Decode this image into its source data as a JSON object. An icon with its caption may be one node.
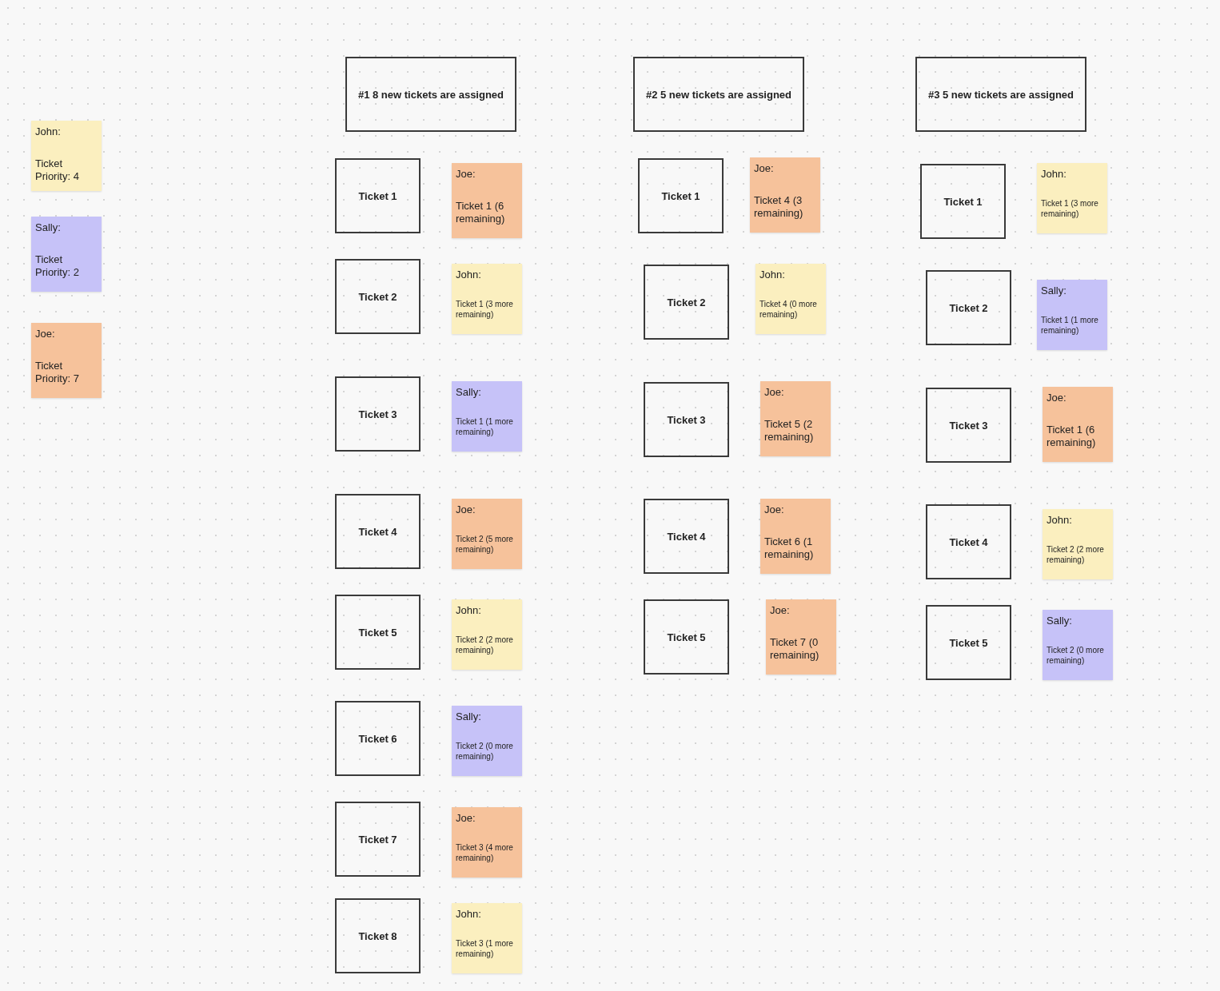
{
  "diagram": {
    "nodes": [
      {
        "text": [
          "#1 8 new tickets are assigned"
        ]
      },
      {
        "text": [
          "#2 5 new tickets are assigned"
        ]
      },
      {
        "text": [
          "#3 5 new tickets are assigned"
        ]
      },
      {
        "text": [
          "John:",
          "Ticket Priority: 4"
        ]
      },
      {
        "text": [
          "Sally:",
          "Ticket Priority: 2"
        ]
      },
      {
        "text": [
          "Joe:",
          "Ticket Priority: 7"
        ]
      },
      {
        "text": [
          "Ticket 1"
        ]
      },
      {
        "text": [
          "Joe:",
          "Ticket 1 (6 remaining)"
        ]
      },
      {
        "text": [
          "Ticket 2"
        ]
      },
      {
        "text": [
          "John:",
          "Ticket 1 (3 more remaining)"
        ]
      },
      {
        "text": [
          "Ticket 3"
        ]
      },
      {
        "text": [
          "Sally:",
          "Ticket 1 (1 more remaining)"
        ]
      },
      {
        "text": [
          "Ticket 4"
        ]
      },
      {
        "text": [
          "Joe:",
          "Ticket 2 (5 more remaining)"
        ]
      },
      {
        "text": [
          "Ticket 5"
        ]
      },
      {
        "text": [
          "John:",
          "Ticket 2 (2 more remaining)"
        ]
      },
      {
        "text": [
          "Ticket 6"
        ]
      },
      {
        "text": [
          "Sally:",
          "Ticket 2 (0 more remaining)"
        ]
      },
      {
        "text": [
          "Ticket 7"
        ]
      },
      {
        "text": [
          "Joe:",
          "Ticket 3 (4 more remaining)"
        ]
      },
      {
        "text": [
          "Ticket 8"
        ]
      },
      {
        "text": [
          "John:",
          "Ticket 3 (1 more remaining)"
        ]
      },
      {
        "text": [
          "Ticket 1"
        ]
      },
      {
        "text": [
          "Joe:",
          "Ticket 4 (3 remaining)"
        ]
      },
      {
        "text": [
          "Ticket 2"
        ]
      },
      {
        "text": [
          "John:",
          "Ticket 4 (0 more remaining)"
        ]
      },
      {
        "text": [
          "Ticket 3"
        ]
      },
      {
        "text": [
          "Joe:",
          "Ticket 5 (2 remaining)"
        ]
      },
      {
        "text": [
          "Ticket 4"
        ]
      },
      {
        "text": [
          "Joe:",
          "Ticket 6 (1 remaining)"
        ]
      },
      {
        "text": [
          "Ticket 5"
        ]
      },
      {
        "text": [
          "Joe:",
          "Ticket 7 (0 remaining)"
        ]
      },
      {
        "text": [
          "Ticket 1"
        ]
      },
      {
        "text": [
          "John:",
          "Ticket 1 (3 more remaining)"
        ]
      },
      {
        "text": [
          "Ticket 2"
        ]
      },
      {
        "text": [
          "Sally:",
          "Ticket 1 (1 more remaining)"
        ]
      },
      {
        "text": [
          "Ticket 3"
        ]
      },
      {
        "text": [
          "Joe:",
          "Ticket 1 (6 remaining)"
        ]
      },
      {
        "text": [
          "Ticket 4"
        ]
      },
      {
        "text": [
          "John:",
          "Ticket 2 (2 more remaining)"
        ]
      },
      {
        "text": [
          "Ticket 5"
        ]
      },
      {
        "text": [
          "Sally:",
          "Ticket 2 (0 more remaining)"
        ]
      }
    ]
  }
}
